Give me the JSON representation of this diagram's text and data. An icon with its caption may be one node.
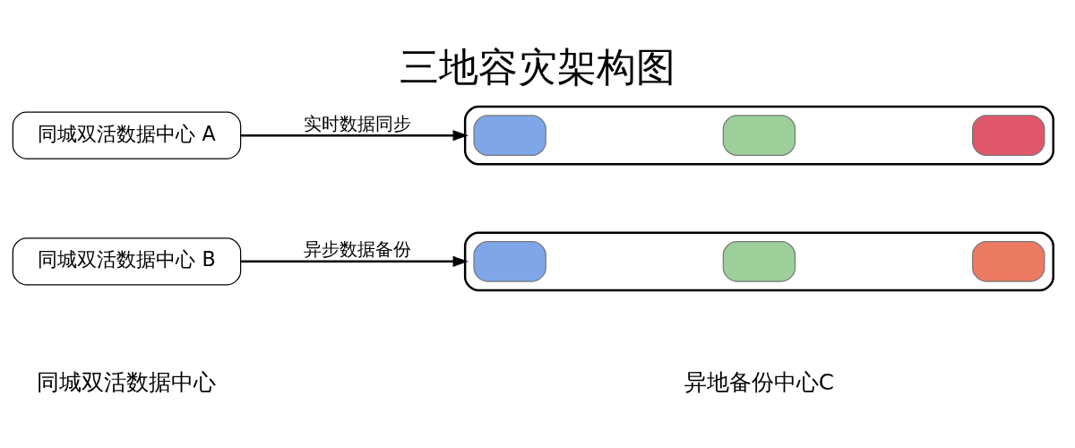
{
  "diagram": {
    "title": "三地容灾架构图",
    "nodes": [
      {
        "text": [
          "同城双活数据中心 A"
        ]
      },
      {
        "text": [
          "同城双活数据中心 B"
        ]
      },
      {
        "text": [],
        "shape": "box"
      },
      {
        "text": [],
        "shape": "box",
        "in": 2
      },
      {
        "text": [],
        "shape": "box",
        "in": 2
      },
      {
        "text": [],
        "shape": "box",
        "in": 2
      },
      {
        "text": [],
        "shape": "box"
      },
      {
        "text": [],
        "shape": "box",
        "in": 6
      },
      {
        "text": [],
        "shape": "box",
        "in": 6
      },
      {
        "text": [],
        "shape": "box",
        "in": 6
      }
    ],
    "edges": [
      {
        "from": 0,
        "to": 2,
        "arrow": "to",
        "label": "实时数据同步"
      },
      {
        "from": 1,
        "to": 6,
        "arrow": "to",
        "label": "异步数据备份"
      }
    ],
    "labels": [
      "同城双活数据中心",
      "异地备份中心C"
    ]
  }
}
